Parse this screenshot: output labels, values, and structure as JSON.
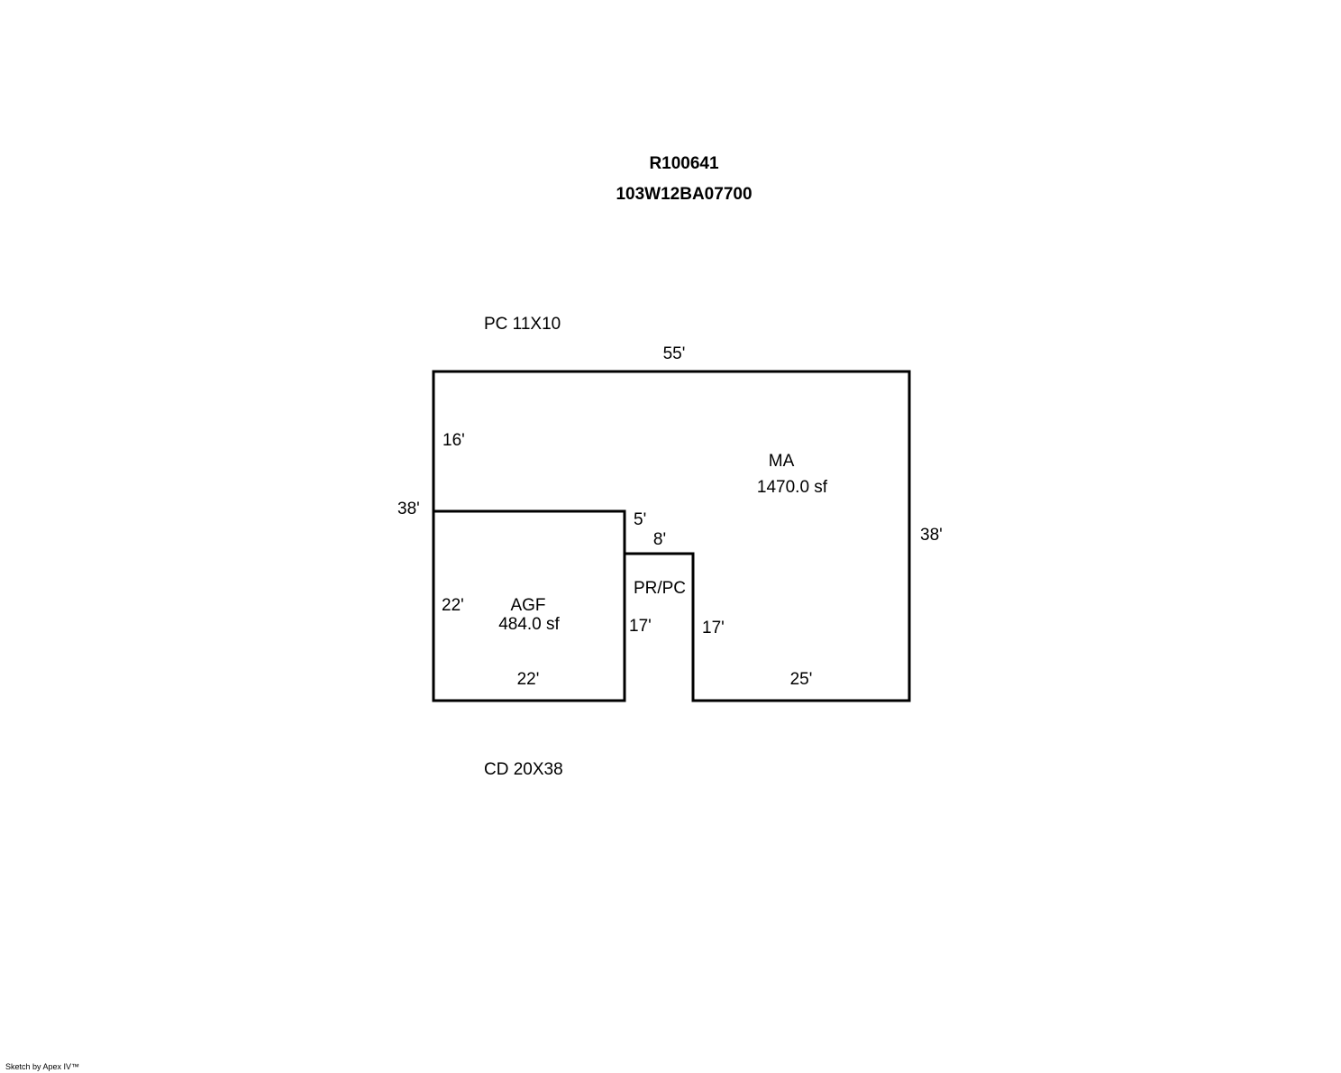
{
  "header": {
    "record_id": "R100641",
    "map_tax_lot": "103W12BA07700"
  },
  "notes": {
    "top_note": "PC 11X10",
    "bottom_note": "CD 20X38"
  },
  "areas": {
    "main": {
      "code": "MA",
      "area": "1470.0 sf"
    },
    "garage": {
      "code": "AGF",
      "area": "484.0 sf"
    },
    "porch": {
      "code": "PR/PC"
    }
  },
  "dimensions": {
    "top": "55'",
    "left_upper": "16'",
    "left_overall": "38'",
    "right_overall": "38'",
    "step_down": "5'",
    "porch_top": "8'",
    "garage_left": "22'",
    "garage_bottom": "22'",
    "porch_left": "17'",
    "porch_right": "17'",
    "main_bottom": "25'"
  },
  "footer": {
    "credit": "Sketch by Apex IV™"
  }
}
